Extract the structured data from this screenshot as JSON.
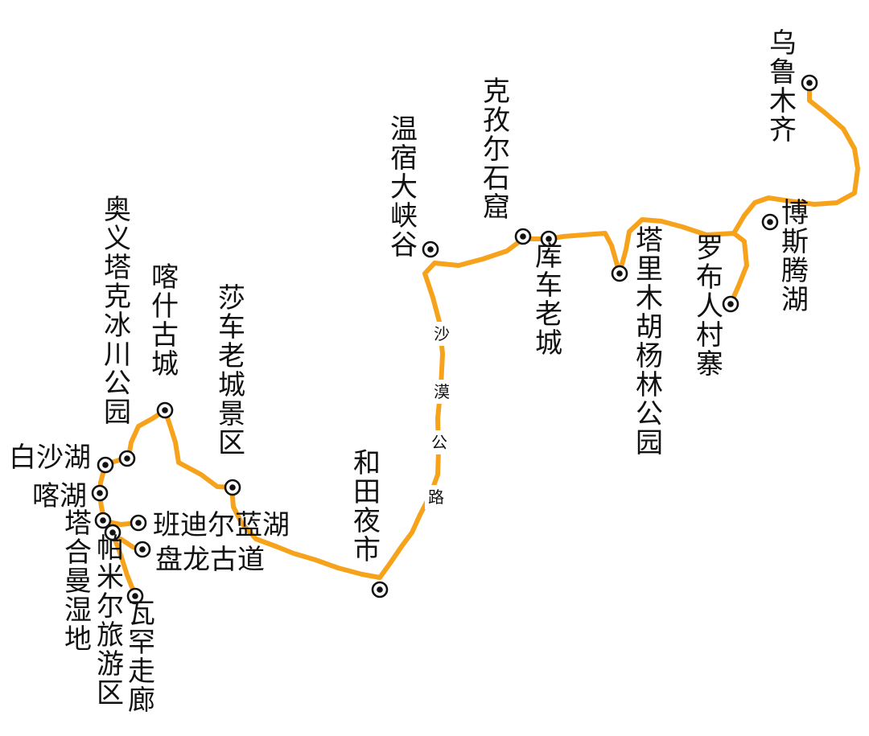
{
  "colors": {
    "route": "#f7a21b",
    "marker": "#111111",
    "background": "#ffffff"
  },
  "places": [
    {
      "id": "urumqi",
      "name": "乌鲁木齐"
    },
    {
      "id": "bosten",
      "name": "博斯腾湖"
    },
    {
      "id": "lop",
      "name": "罗布人村寨"
    },
    {
      "id": "tarim",
      "name": "塔里木胡杨林公园"
    },
    {
      "id": "kucha",
      "name": "库车老城"
    },
    {
      "id": "kizil",
      "name": "克孜尔石窟"
    },
    {
      "id": "wensu",
      "name": "温宿大峡谷"
    },
    {
      "id": "hotan",
      "name": "和田夜市"
    },
    {
      "id": "shache",
      "name": "莎车老城景区"
    },
    {
      "id": "kashgar",
      "name": "喀什古城"
    },
    {
      "id": "oytagh",
      "name": "奥义塔克冰川公园"
    },
    {
      "id": "baisha",
      "name": "白沙湖"
    },
    {
      "id": "kahu",
      "name": "喀湖"
    },
    {
      "id": "tahe",
      "name": "塔合曼湿地"
    },
    {
      "id": "pamir",
      "name": "帕米尔旅游区"
    },
    {
      "id": "bandier",
      "name": "班迪尔蓝湖"
    },
    {
      "id": "panlong",
      "name": "盘龙古道"
    },
    {
      "id": "wakhan",
      "name": "瓦罕走廊"
    }
  ],
  "road": {
    "name": "沙漠公路",
    "chars": [
      "沙",
      "漠",
      "公",
      "路"
    ]
  }
}
